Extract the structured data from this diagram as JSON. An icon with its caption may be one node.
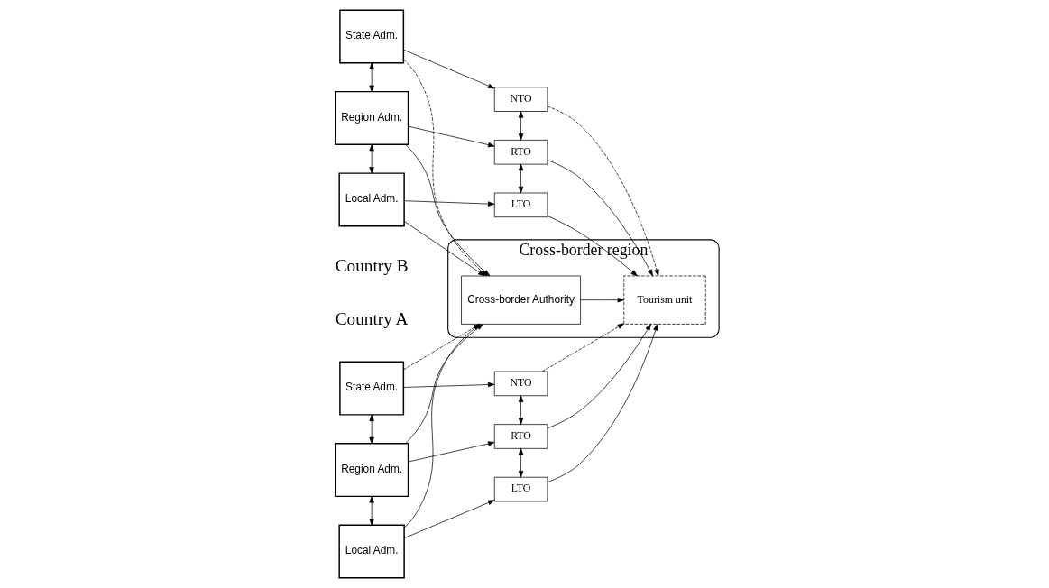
{
  "diagram": {
    "nodes": [
      {
        "text": [
          "State Adm."
        ]
      },
      {
        "text": [
          "NTO"
        ]
      },
      {
        "text": [
          "Region Adm."
        ]
      },
      {
        "text": [
          "RTO"
        ]
      },
      {
        "text": [
          "Local Adm."
        ]
      },
      {
        "text": [
          "LTO"
        ]
      },
      {
        "text": [
          "Cross-border region"
        ]
      },
      {
        "text": [
          "Cross-border Authority"
        ],
        "in": 6
      },
      {
        "text": [
          "Tourism unit"
        ],
        "in": 6
      },
      {
        "text": [
          "State Adm."
        ]
      },
      {
        "text": [
          "NTO"
        ]
      },
      {
        "text": [
          "Region Adm."
        ]
      },
      {
        "text": [
          "RTO"
        ]
      },
      {
        "text": [
          "Local Adm."
        ]
      },
      {
        "text": [
          "LTO"
        ]
      }
    ],
    "edges": [
      {
        "from": 0,
        "to": 1,
        "arrow": "to"
      },
      {
        "from": 0,
        "to": 2,
        "arrow": "both"
      },
      {
        "from": 1,
        "to": 3,
        "arrow": "both"
      },
      {
        "from": 2,
        "to": 3,
        "arrow": "to"
      },
      {
        "from": 2,
        "to": 4,
        "arrow": "both"
      },
      {
        "from": 3,
        "to": 5,
        "arrow": "both"
      },
      {
        "from": 4,
        "to": 5,
        "arrow": "to"
      },
      {
        "from": 0,
        "to": 7,
        "arrow": "to",
        "style": "dashed"
      },
      {
        "from": 1,
        "to": 8,
        "arrow": "to",
        "style": "dashed"
      },
      {
        "from": 2,
        "to": 7,
        "arrow": "to"
      },
      {
        "from": 4,
        "to": 7,
        "arrow": "to"
      },
      {
        "from": 3,
        "to": 8,
        "arrow": "to"
      },
      {
        "from": 5,
        "to": 8,
        "arrow": "to"
      },
      {
        "from": 7,
        "to": 8,
        "arrow": "to"
      },
      {
        "from": 9,
        "to": 10,
        "arrow": "to"
      },
      {
        "from": 9,
        "to": 11,
        "arrow": "both"
      },
      {
        "from": 10,
        "to": 12,
        "arrow": "both"
      },
      {
        "from": 11,
        "to": 12,
        "arrow": "to"
      },
      {
        "from": 11,
        "to": 13,
        "arrow": "both"
      },
      {
        "from": 12,
        "to": 14,
        "arrow": "both"
      },
      {
        "from": 13,
        "to": 14,
        "arrow": "to"
      },
      {
        "from": 9,
        "to": 7,
        "arrow": "to",
        "style": "dashed"
      },
      {
        "from": 10,
        "to": 8,
        "arrow": "to",
        "style": "dashed"
      },
      {
        "from": 11,
        "to": 7,
        "arrow": "to"
      },
      {
        "from": 13,
        "to": 7,
        "arrow": "to"
      },
      {
        "from": 12,
        "to": 8,
        "arrow": "to"
      },
      {
        "from": 14,
        "to": 8,
        "arrow": "to"
      }
    ],
    "labels": [
      "Country A",
      "Country B"
    ]
  }
}
